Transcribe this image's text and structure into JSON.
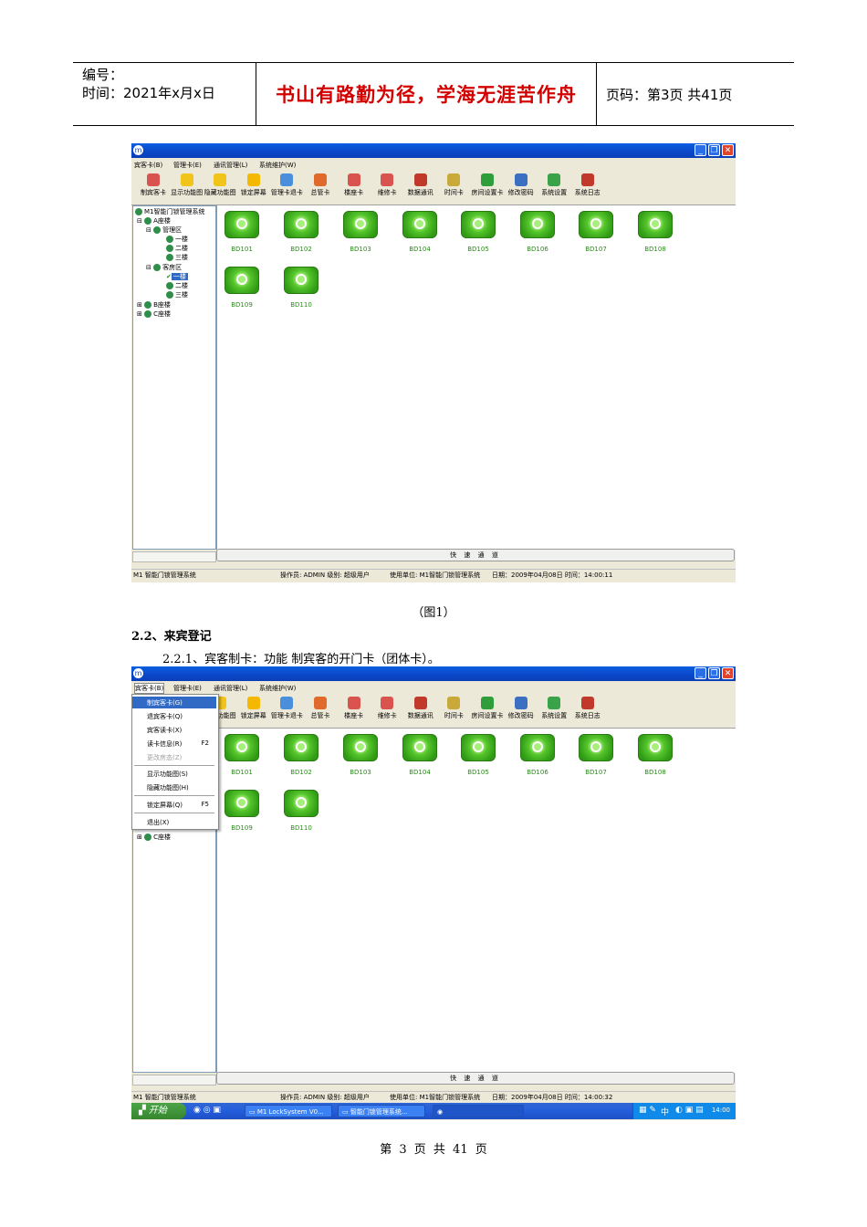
{
  "header": {
    "code_label": "编号：",
    "date_label": "时间：2021年x月x日",
    "motto": "书山有路勤为径，学海无涯苦作舟",
    "page_info": "页码：第3页  共41页"
  },
  "app": {
    "menus": [
      "宾客卡(B)",
      "管理卡(E)",
      "通讯管理(L)",
      "系统维护(W)"
    ],
    "toolbar": [
      {
        "label": "制宾客卡",
        "color": "#d9534f"
      },
      {
        "label": "显示功能图",
        "color": "#f0c419"
      },
      {
        "label": "隐藏功能图",
        "color": "#f0c419"
      },
      {
        "label": "锁定屏幕",
        "color": "#f5b800"
      },
      {
        "label": "管理卡退卡",
        "color": "#4a8fdc"
      },
      {
        "label": "总管卡",
        "color": "#e06a2c"
      },
      {
        "label": "楼座卡",
        "color": "#d9534f"
      },
      {
        "label": "维修卡",
        "color": "#d9534f"
      },
      {
        "label": "数据通讯",
        "color": "#c0392b"
      },
      {
        "label": "时间卡",
        "color": "#caa93b"
      },
      {
        "label": "房间设置卡",
        "color": "#2e9d3a"
      },
      {
        "label": "修改密码",
        "color": "#3a6fc2"
      },
      {
        "label": "系统设置",
        "color": "#3aa34a"
      },
      {
        "label": "系统日志",
        "color": "#c0392b"
      }
    ],
    "tree": {
      "root": "M1智能门锁管理系统",
      "building_a": "A座楼",
      "zone_mgmt": "管理区",
      "floor1": "一楼",
      "floor2": "二楼",
      "floor3": "三楼",
      "zone_guest": "客房区",
      "building_b": "B座楼",
      "building_c": "C座楼"
    },
    "rooms": [
      "BD101",
      "BD102",
      "BD103",
      "BD104",
      "BD105",
      "BD106",
      "BD107",
      "BD108",
      "BD109",
      "BD110"
    ],
    "quick_channel": "快 速 通 道",
    "status_left": "M1 智能门锁管理系统",
    "status_operator": "操作员: ADMIN 级别: 超级用户",
    "status_unit": "使用单位: M1智能门锁管理系统",
    "status_datetime_1": "日期：2009年04月08日 时间：14:00:11",
    "status_datetime_2": "日期：2009年04月08日 时间：14:00:32",
    "dropdown": [
      {
        "label": "制宾客卡(G)",
        "shortcut": ""
      },
      {
        "label": "退宾客卡(Q)",
        "shortcut": ""
      },
      {
        "label": "宾客读卡(X)",
        "shortcut": ""
      },
      {
        "label": "读卡信息(R)",
        "shortcut": "F2"
      },
      {
        "label": "更改房态(Z)",
        "shortcut": ""
      },
      {
        "label": "显示功能图(S)",
        "shortcut": ""
      },
      {
        "label": "隐藏功能图(H)",
        "shortcut": ""
      },
      {
        "label": "锁定屏幕(Q)",
        "shortcut": "F5"
      },
      {
        "label": "退出(X)",
        "shortcut": ""
      }
    ],
    "taskbar": {
      "start": "开始",
      "task1": "M1 LockSystem V0...",
      "task2": "智能门锁管理系统...",
      "tray_lang": "中",
      "clock": "14:00"
    }
  },
  "caption": "（图1）",
  "section_heading": "2.2、来宾登记",
  "section_paragraph": "2.2.1、宾客制卡：功能  制宾客的开门卡（团体卡）。",
  "footer": "第 3 页 共 41 页"
}
